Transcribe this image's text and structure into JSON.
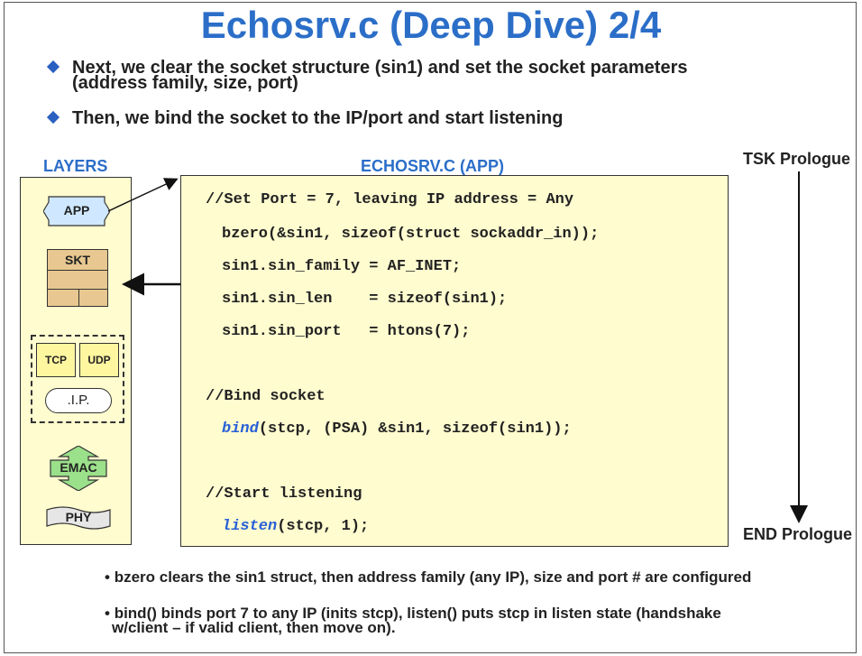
{
  "title": "Echosrv.c (Deep Dive) 2/4",
  "bullets": [
    "Next, we clear the socket structure (sin1) and set the socket parameters (address family, size, port)",
    "Then, we bind the socket to the IP/port and start listening"
  ],
  "bullet_lines": [
    [
      "Next, we clear the socket structure (sin1) and set the socket parameters",
      "(address family, size, port)"
    ],
    [
      "Then, we bind the socket to the IP/port and start listening"
    ]
  ],
  "labels": {
    "layers": "LAYERS",
    "code_header": "ECHOSRV.C (APP)",
    "tsk_prologue": "TSK Prologue",
    "end_prologue": "END Prologue"
  },
  "layers": {
    "app": "APP",
    "skt": "SKT",
    "tcp": "TCP",
    "udp": "UDP",
    "ip": ".I.P.",
    "emac": "EMAC",
    "phy": "PHY"
  },
  "code": {
    "line1": "//Set Port = 7, leaving IP address = Any",
    "line2": "bzero(&sin1, sizeof(struct sockaddr_in));",
    "line3": "sin1.sin_family = AF_INET;",
    "line4": "sin1.sin_len    = sizeof(sin1);",
    "line5": "sin1.sin_port   = htons(7);",
    "line6": "//Bind socket",
    "line7_kw": "bind",
    "line7_rest": "(stcp, (PSA) &sin1, sizeof(sin1));",
    "line8": "//Start listening",
    "line9_kw": "listen",
    "line9_rest": "(stcp, 1);"
  },
  "notes": [
    "bzero clears the sin1 struct, then address family (any IP), size and port # are configured",
    "bind() binds port 7 to any IP (inits stcp), listen() puts stcp in listen state (handshake w/client – if valid client, then move on)."
  ],
  "note_lines": [
    [
      "bzero clears the sin1 struct, then address family (any IP), size and port # are configured"
    ],
    [
      "bind() binds port 7 to any IP (inits stcp), listen() puts stcp in listen state (handshake",
      "w/client – if valid client, then move on)."
    ]
  ],
  "note_bullet": "•"
}
